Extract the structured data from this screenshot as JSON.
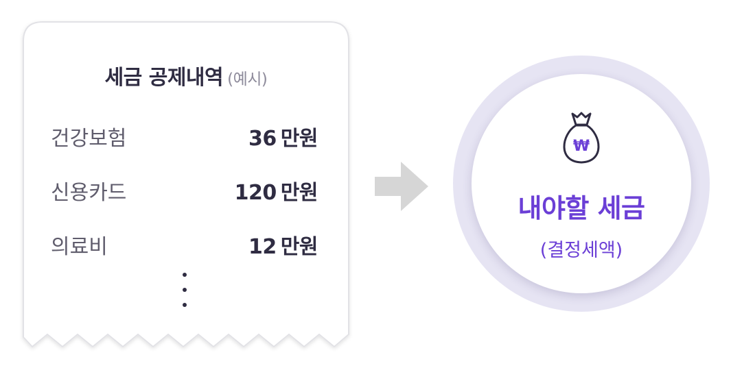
{
  "receipt": {
    "title": "세금 공제내역",
    "subtitle": "(예시)",
    "items": [
      {
        "label": "건강보험",
        "value": "36",
        "unit": "만원"
      },
      {
        "label": "신용카드",
        "value": "120",
        "unit": "만원"
      },
      {
        "label": "의료비",
        "value": "12",
        "unit": "만원"
      }
    ]
  },
  "result": {
    "icon": "money-bag-icon",
    "icon_symbol": "₩",
    "title": "내야할 세금",
    "subtitle": "(결정세액)"
  },
  "colors": {
    "accent": "#6b3fd6",
    "ring": "#e6e4f3",
    "arrow": "#d6d6d6",
    "text_dark": "#2f2c42",
    "text_muted": "#5f5c6c"
  }
}
